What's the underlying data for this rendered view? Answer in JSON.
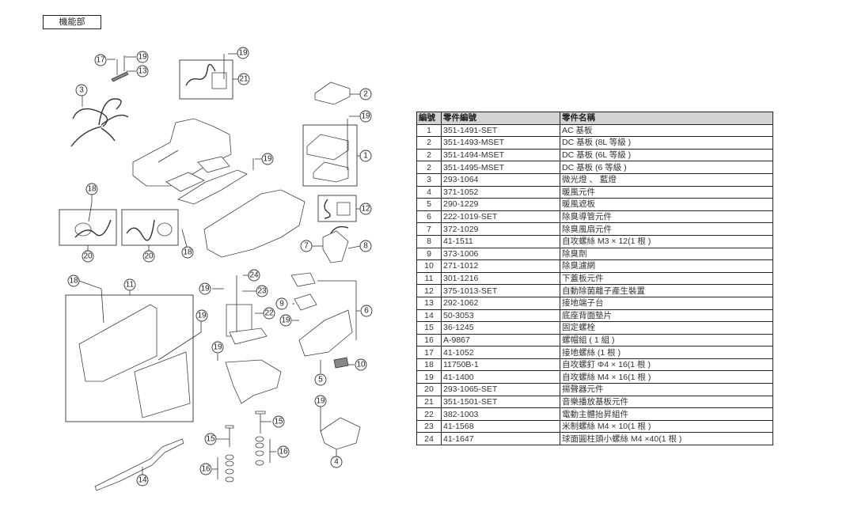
{
  "section_label": "機能部",
  "table": {
    "headers": [
      "編號",
      "零件編號",
      "零件名稱"
    ],
    "rows": [
      {
        "no": "1",
        "code": "351-1491-SET",
        "name": "AC 基板"
      },
      {
        "no": "2",
        "code": "351-1493-MSET",
        "name": "DC 基板 (8L 等級 )"
      },
      {
        "no": "2",
        "code": "351-1494-MSET",
        "name": "DC 基板 (6L 等級 )"
      },
      {
        "no": "2",
        "code": "351-1495-MSET",
        "name": "DC 基板 (6 等級 )"
      },
      {
        "no": "3",
        "code": "293-1064",
        "name": "微光燈 、 藍燈"
      },
      {
        "no": "4",
        "code": "371-1052",
        "name": "暖風元件"
      },
      {
        "no": "5",
        "code": "290-1229",
        "name": "暖風遮板"
      },
      {
        "no": "6",
        "code": "222-1019-SET",
        "name": "除臭導管元件"
      },
      {
        "no": "7",
        "code": "372-1029",
        "name": "除臭風扇元件"
      },
      {
        "no": "8",
        "code": "41-1511",
        "name": "自攻螺絲 M3 × 12(1 根 )"
      },
      {
        "no": "9",
        "code": "373-1006",
        "name": "除臭劑"
      },
      {
        "no": "10",
        "code": "271-1012",
        "name": "除臭濾網"
      },
      {
        "no": "11",
        "code": "301-1216",
        "name": "下蓋板元件"
      },
      {
        "no": "12",
        "code": "375-1013-SET",
        "name": "自動除菌離子產生裝置"
      },
      {
        "no": "13",
        "code": "292-1062",
        "name": "接地端子台"
      },
      {
        "no": "14",
        "code": "50-3053",
        "name": "底座背面墊片"
      },
      {
        "no": "15",
        "code": "36-1245",
        "name": "固定螺栓"
      },
      {
        "no": "16",
        "code": "A-9867",
        "name": "螺帽組 ( 1 組 )"
      },
      {
        "no": "17",
        "code": "41-1052",
        "name": "接地螺絲 (1 根 )"
      },
      {
        "no": "18",
        "code": "11750B-1",
        "name": "自攻螺釘 Φ4 × 16(1 根 )"
      },
      {
        "no": "19",
        "code": "41-1400",
        "name": "自攻螺絲 M4 × 16(1 根 )"
      },
      {
        "no": "20",
        "code": "293-1065-SET",
        "name": "揚聲器元件"
      },
      {
        "no": "21",
        "code": "351-1501-SET",
        "name": "音樂播放基板元件"
      },
      {
        "no": "22",
        "code": "382-1003",
        "name": "電動主體抬昇組件"
      },
      {
        "no": "23",
        "code": "41-1568",
        "name": "米制螺絲 M4 × 10(1 根 )"
      },
      {
        "no": "24",
        "code": "41-1647",
        "name": "球面圓柱頭小螺絲 M4 ×40(1 根 )"
      }
    ]
  },
  "diagram": {
    "callouts": [
      "17",
      "19",
      "13",
      "19",
      "21",
      "3",
      "2",
      "19",
      "1",
      "19",
      "18",
      "12",
      "20",
      "20",
      "18",
      "7",
      "8",
      "18",
      "11",
      "24",
      "19",
      "23",
      "22",
      "9",
      "6",
      "19",
      "19",
      "19",
      "5",
      "10",
      "19",
      "15",
      "15",
      "16",
      "16",
      "14",
      "4"
    ]
  }
}
